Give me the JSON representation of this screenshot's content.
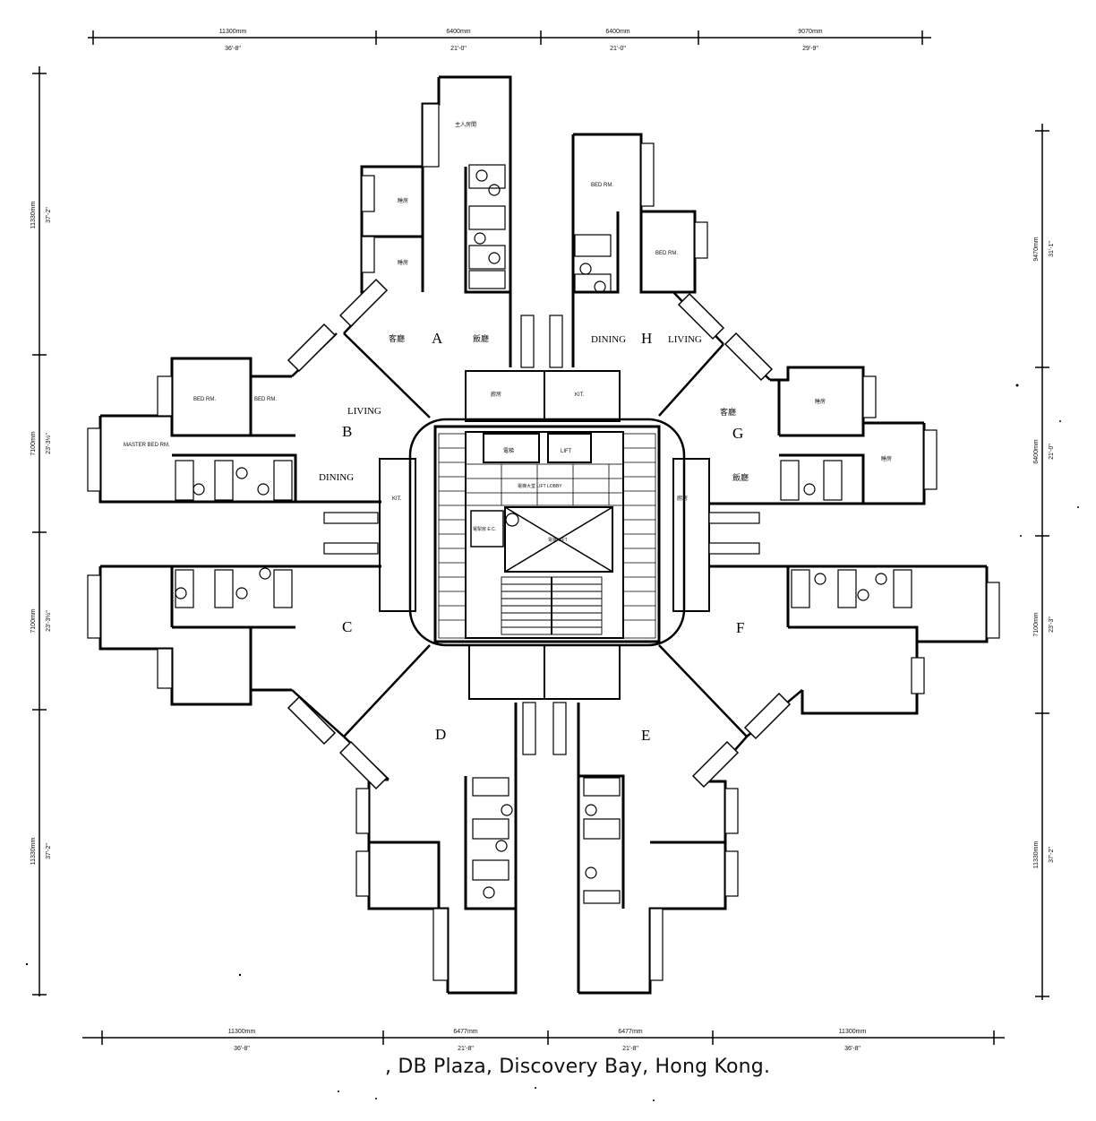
{
  "caption": ", DB Plaza, Discovery Bay, Hong Kong.",
  "dimensions": {
    "top": [
      {
        "mm": "11300mm",
        "ft": "36'-8\""
      },
      {
        "mm": "6400mm",
        "ft": "21'-0\""
      },
      {
        "mm": "6400mm",
        "ft": "21'-0\""
      },
      {
        "mm": "9070mm",
        "ft": "29'-9\""
      }
    ],
    "bottom": [
      {
        "mm": "11300mm",
        "ft": "36'-8\""
      },
      {
        "mm": "6477mm",
        "ft": "21'-8\""
      },
      {
        "mm": "6477mm",
        "ft": "21'-8\""
      },
      {
        "mm": "11300mm",
        "ft": "36'-8\""
      }
    ],
    "left": [
      {
        "mm": "11330mm",
        "ft": "37'-2\""
      },
      {
        "mm": "7100mm",
        "ft": "23'-3½\""
      },
      {
        "mm": "7100mm",
        "ft": "23'-3½\""
      },
      {
        "mm": "11330mm",
        "ft": "37'-2\""
      }
    ],
    "right": [
      {
        "mm": "9470mm",
        "ft": "31'-1\""
      },
      {
        "mm": "6400mm",
        "ft": "21'-0\""
      },
      {
        "mm": "7100mm",
        "ft": "23'-3\""
      },
      {
        "mm": "11330mm",
        "ft": "37'-2\""
      }
    ]
  },
  "units": {
    "A": "A",
    "B": "B",
    "C": "C",
    "D": "D",
    "E": "E",
    "F": "F",
    "G": "G",
    "H": "H"
  },
  "rooms": {
    "a_master_bed": "主人房間",
    "a_bed_1": "睡房",
    "a_bed_2": "睡房",
    "a_living": "客廳",
    "a_dining": "飯廳",
    "a_kitchen": "廚房",
    "h_bed_1": "BED RM.",
    "h_bed_2": "BED RM.",
    "h_dining": "DINING",
    "h_living": "LIVING",
    "h_kitchen": "KIT.",
    "b_bed_1": "BED RM.",
    "b_bed_2": "BED RM.",
    "b_master_bed": "MASTER BED RM.",
    "b_living": "LIVING",
    "b_dining": "DINING",
    "b_kitchen": "KIT.",
    "g_bed_1": "睡房",
    "g_bed_2": "睡房",
    "g_living": "客廳",
    "g_dining": "飯廳",
    "g_kitchen": "廚房",
    "lift_1": "電梯",
    "lift_2": "LIFT",
    "lift_lobby": "電梯大堂 LIFT LOBBY",
    "ec": "電掣房 E.C.",
    "lift_core": "電梯 LIFT"
  },
  "colors": {
    "ink": "#000000",
    "paper": "#ffffff"
  }
}
